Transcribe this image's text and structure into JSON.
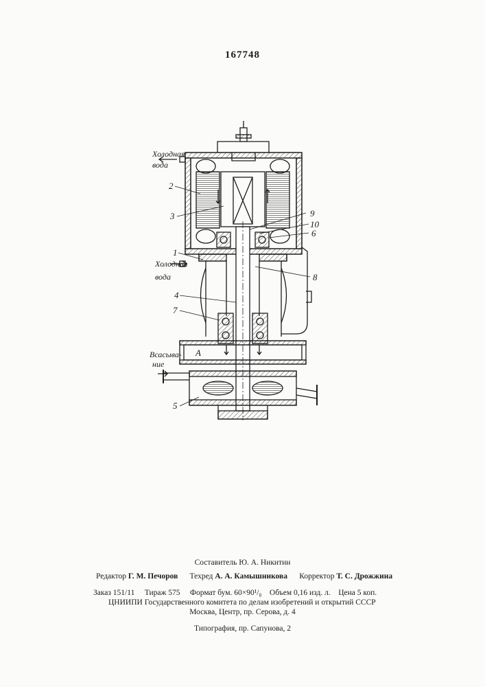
{
  "patent_number": "167748",
  "figure_labels": {
    "cold_water_out_line1": "Холодная",
    "cold_water_out_line2": "вода",
    "cold_water_in_line1": "Холодная",
    "cold_water_in_line2": "вода",
    "suction_line1": "Всасыва-",
    "suction_line2": "ние",
    "cavity": "А",
    "num_1": "1",
    "num_2": "2",
    "num_3": "3",
    "num_4": "4",
    "num_5": "5",
    "num_6": "6",
    "num_7": "7",
    "num_8": "8",
    "num_9": "9",
    "num_10": "10"
  },
  "footer": {
    "compiler": "Составитель Ю. А. Никитин",
    "editor_label": "Редактор",
    "editor_name": "Г. М. Печоров",
    "techred_label": "Техред",
    "techred_name": "А. А. Камышникова",
    "corrector_label": "Корректор",
    "corrector_name": "Т. С. Дрожжина",
    "order": "Заказ 151/11",
    "print_run": "Тираж 575",
    "format": "Формат бум. 60×90¹/₈",
    "volume": "Объем 0,16 изд. л.",
    "price": "Цена 5 коп.",
    "institute": "ЦНИИПИ Государственного комитета по делам изобретений и открытий СССР",
    "address": "Москва, Центр, пр. Серова, д. 4",
    "printer": "Типография, пр. Сапунова, 2"
  }
}
